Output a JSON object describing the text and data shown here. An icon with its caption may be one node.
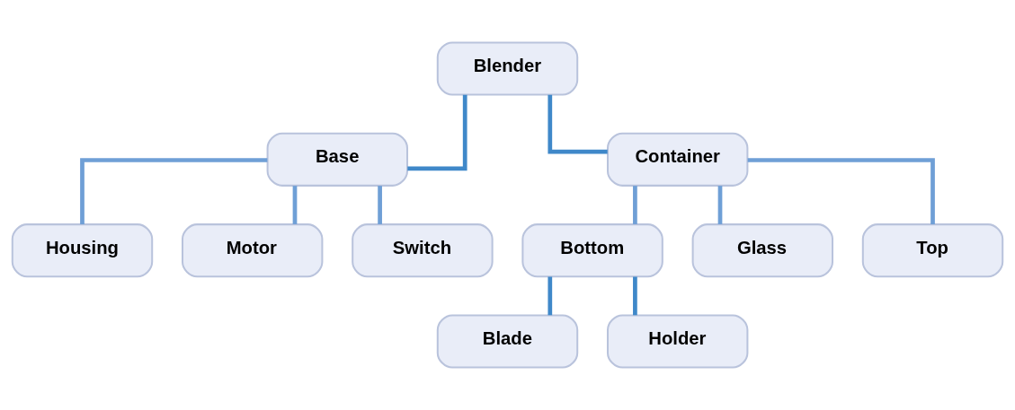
{
  "diagram": {
    "nodes": [
      {
        "text": [
          "Blender"
        ]
      },
      {
        "text": [
          "Base"
        ]
      },
      {
        "text": [
          "Container"
        ]
      },
      {
        "text": [
          "Housing"
        ]
      },
      {
        "text": [
          "Motor"
        ]
      },
      {
        "text": [
          "Switch"
        ]
      },
      {
        "text": [
          "Bottom"
        ]
      },
      {
        "text": [
          "Glass"
        ]
      },
      {
        "text": [
          "Top"
        ]
      },
      {
        "text": [
          "Blade"
        ]
      },
      {
        "text": [
          "Holder"
        ]
      }
    ],
    "edges": [
      {
        "from": 0,
        "to": 1,
        "arrow": "none",
        "color": "#3f88c9"
      },
      {
        "from": 0,
        "to": 2,
        "arrow": "none",
        "color": "#3f88c9"
      },
      {
        "from": 1,
        "to": 3,
        "arrow": "none"
      },
      {
        "from": 1,
        "to": 4,
        "arrow": "none"
      },
      {
        "from": 1,
        "to": 5,
        "arrow": "none"
      },
      {
        "from": 2,
        "to": 6,
        "arrow": "none"
      },
      {
        "from": 2,
        "to": 7,
        "arrow": "none"
      },
      {
        "from": 2,
        "to": 8,
        "arrow": "none"
      },
      {
        "from": 6,
        "to": 9,
        "arrow": "none",
        "color": "#3f88c9"
      },
      {
        "from": 6,
        "to": 10,
        "arrow": "none",
        "color": "#3f88c9"
      }
    ]
  }
}
